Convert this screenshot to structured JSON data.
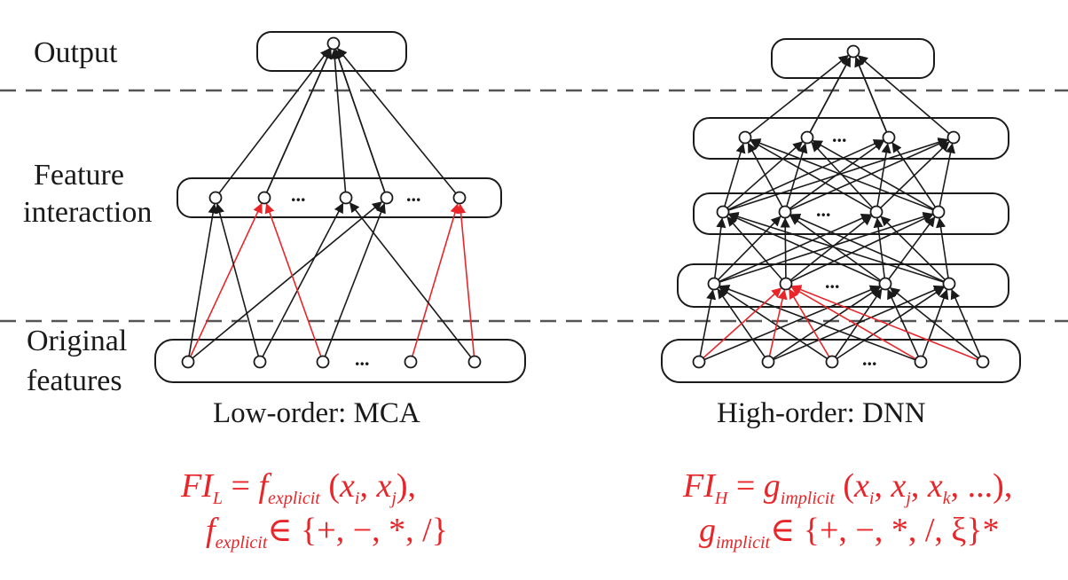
{
  "labels": {
    "output": "Output",
    "feature_line1": "Feature",
    "feature_line2": "interaction",
    "original_line1": "Original",
    "original_line2": "features",
    "ellipsis": "..."
  },
  "left_panel": {
    "caption": "Low-order: MCA",
    "formula": {
      "line1": {
        "FI": "FI",
        "sub_L": "L",
        "eq": " = ",
        "f": "f",
        "sub": "explicit",
        "args_open": " (",
        "x1": "x",
        "x1_sub": "i",
        "sep": ", ",
        "x2": "x",
        "x2_sub": "j",
        "args_close": "),"
      },
      "line2": {
        "f": "f",
        "sub": "explicit",
        "set": "∈ {+, −, *, /}"
      }
    }
  },
  "right_panel": {
    "caption": "High-order: DNN",
    "formula": {
      "line1": {
        "FI": "FI",
        "sub_H": "H",
        "eq": " = ",
        "g": "g",
        "sub": "implicit",
        "args_open": " (",
        "x1": "x",
        "x1_sub": "i",
        "sep1": ", ",
        "x2": "x",
        "x2_sub": "j",
        "sep2": ", ",
        "x3": "x",
        "x3_sub": "k",
        "tail": ", ...),"
      },
      "line2": {
        "g": "g",
        "sub": "implicit",
        "set": "∈ {+, −, *, /, ξ}*"
      }
    }
  },
  "colors": {
    "edge_black": "#1a1a1a",
    "edge_red": "#e8262a",
    "text": "#1a1a1a",
    "formula": "#e8262a"
  }
}
